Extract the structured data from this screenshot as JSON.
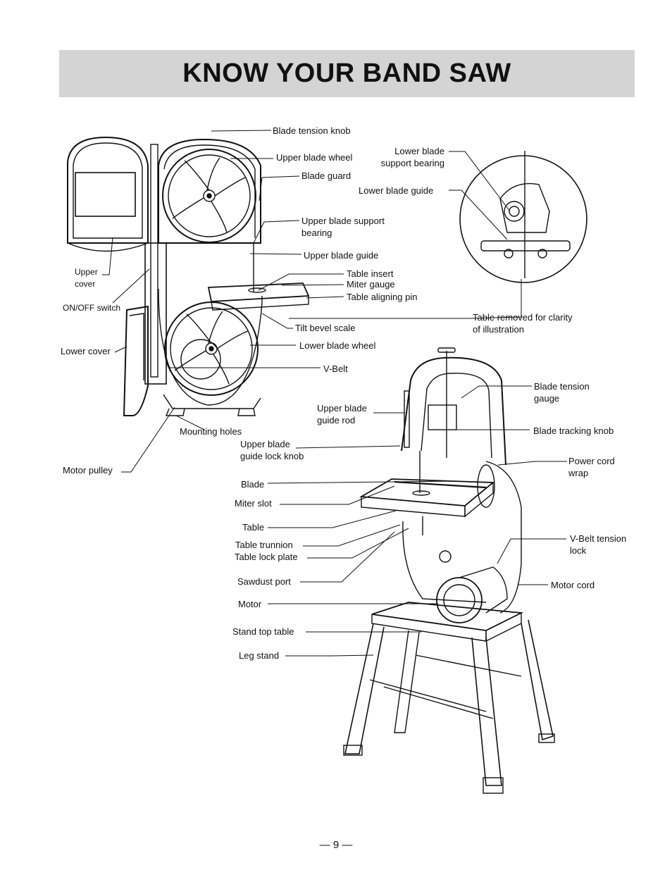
{
  "header": {
    "title": "KNOW YOUR BAND SAW"
  },
  "labels": {
    "blade_tension_knob": "Blade tension knob",
    "upper_blade_wheel": "Upper blade wheel",
    "blade_guard": "Blade guard",
    "upper_blade_support_bearing": "Upper blade support\nbearing",
    "upper_blade_guide": "Upper blade guide",
    "upper_cover": "Upper\ncover",
    "table_insert": "Table insert",
    "miter_gauge": "Miter gauge",
    "table_aligning_pin": "Table aligning pin",
    "on_off_switch": "ON/OFF switch",
    "tilt_bevel_scale": "Tilt bevel scale",
    "lower_blade_wheel": "Lower blade wheel",
    "lower_cover": "Lower cover",
    "v_belt": "V-Belt",
    "lower_blade_support_bearing": "Lower blade\nsupport bearing",
    "lower_blade_guide": "Lower blade guide",
    "table_removed": "Table removed for clarity\nof illustration",
    "blade_tension_gauge": "Blade tension\ngauge",
    "upper_blade_guide_rod": "Upper blade\nguide rod",
    "blade_tracking_knob": "Blade tracking knob",
    "mounting_holes": "Mounting holes",
    "upper_blade_guide_lock_knob": "Upper blade\nguide lock knob",
    "power_cord_wrap": "Power cord\nwrap",
    "motor_pulley": "Motor pulley",
    "blade": "Blade",
    "miter_slot": "Miter slot",
    "table": "Table",
    "table_trunnion": "Table trunnion",
    "table_lock_plate": "Table lock plate",
    "v_belt_tension_lock": "V-Belt tension\nlock",
    "sawdust_port": "Sawdust port",
    "motor_cord": "Motor cord",
    "motor": "Motor",
    "stand_top_table": "Stand top table",
    "leg_stand": "Leg stand"
  },
  "footer": {
    "page_number": "— 9 —"
  }
}
